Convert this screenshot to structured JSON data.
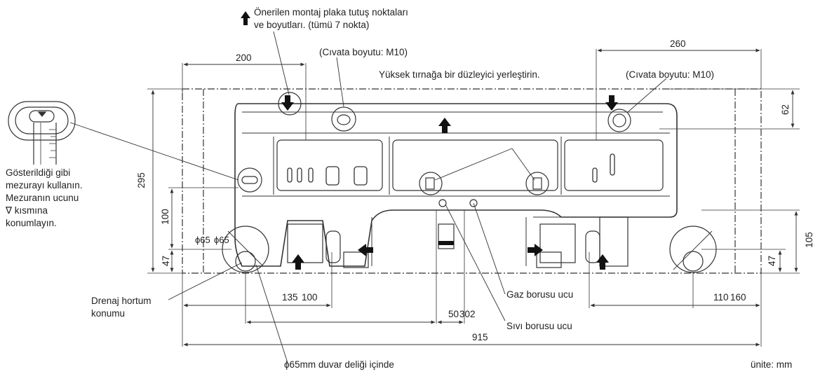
{
  "title": {
    "line1": "Önerilen montaj plaka tutuş noktaları",
    "line2": "ve boyutları. (tümü 7 nokta)"
  },
  "bolt_left": "(Cıvata boyutu: M10)",
  "bolt_right": "(Cıvata boyutu: M10)",
  "leveler": "Yüksek tırnağa bir düzleyici yerleştirin.",
  "tape_note": [
    "Gösterildiği gibi",
    "mezurayı kullanın.",
    "Mezuranın ucunu",
    "∇ kısmına",
    "konumlayın."
  ],
  "drain": [
    "Drenaj hortum",
    "konumu"
  ],
  "wall_hole": "ϕ65mm duvar deliği içinde",
  "gas_pipe": "Gaz borusu ucu",
  "liquid_pipe": "Sıvı borusu ucu",
  "unit": "ünite: mm",
  "dims": {
    "d200": "200",
    "d260": "260",
    "d62": "62",
    "d295": "295",
    "d100": "100",
    "d47_left": "47",
    "d47_right": "47",
    "d105": "105",
    "phi65_a": "ϕ65",
    "phi65_b": "ϕ65",
    "d135": "135",
    "d100b": "100",
    "d50": "50",
    "d302": "302",
    "d110": "110",
    "d160": "160",
    "d915": "915"
  }
}
